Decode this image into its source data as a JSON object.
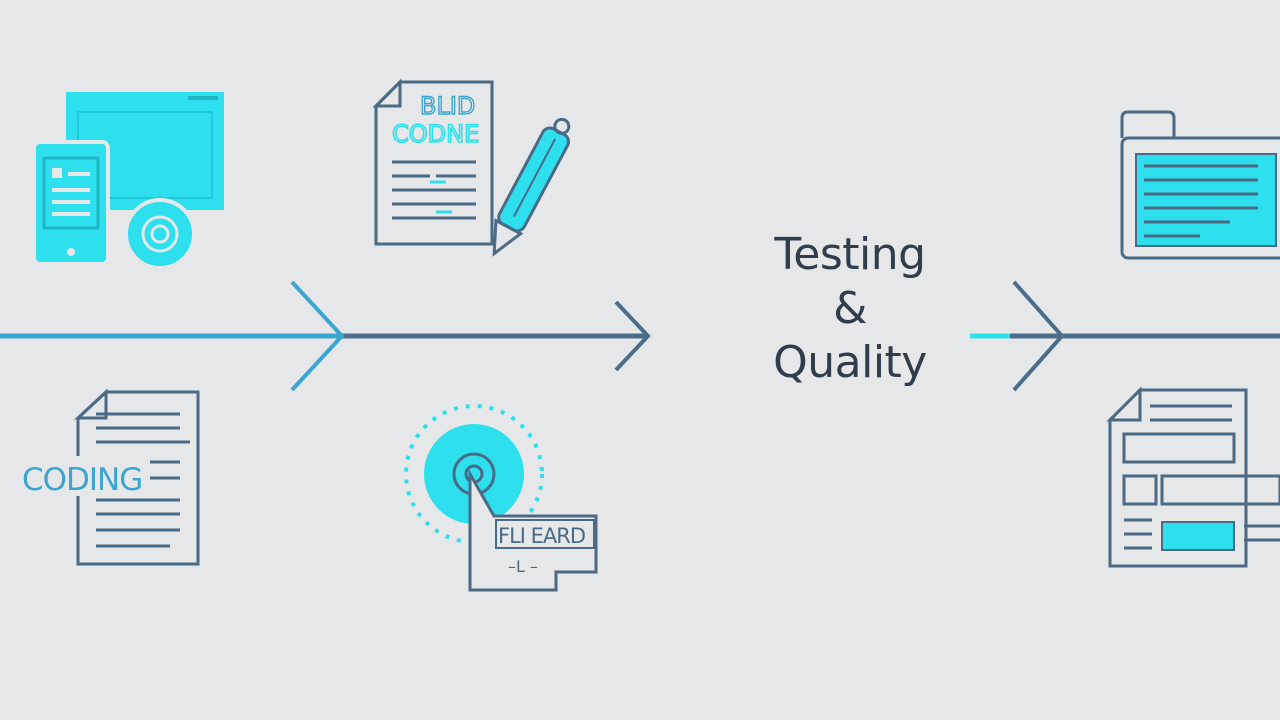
{
  "center_label": {
    "line1": "Testing",
    "line2": "&",
    "line3": "Quality"
  },
  "icons": {
    "devices": {
      "name": "devices-gear-icon"
    },
    "spec_doc": {
      "title_line1": "BLID",
      "title_line2": "CODNE",
      "name": "document-pen-icon"
    },
    "coding_doc": {
      "label": "CODING",
      "name": "coding-document-icon"
    },
    "target_card": {
      "label": "FLI EARD",
      "sub": "–L –",
      "name": "target-card-icon"
    },
    "browser_folder": {
      "name": "folder-window-icon"
    },
    "form_doc": {
      "name": "form-document-icon"
    }
  },
  "colors": {
    "accent": "#2ee0ee",
    "stroke": "#4b6a86",
    "arrow": "#4a6d8c",
    "arrow_light": "#3aa6d0",
    "text": "#2f3d4c"
  }
}
